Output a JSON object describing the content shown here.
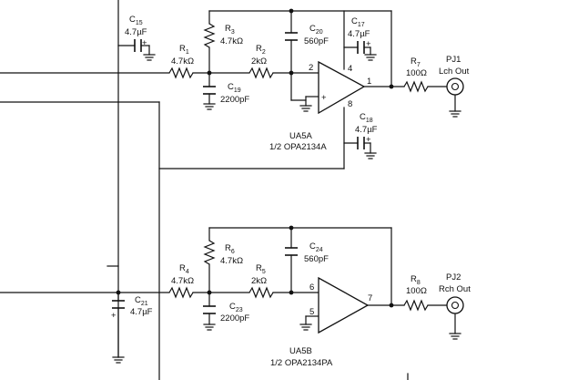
{
  "labels": {
    "c15": {
      "ref": "C",
      "sub": "15",
      "value": "4.7µF",
      "pol": "+"
    },
    "r1": {
      "ref": "R",
      "sub": "1",
      "value": "4.7kΩ"
    },
    "r3": {
      "ref": "R",
      "sub": "3",
      "value": "4.7kΩ"
    },
    "r2": {
      "ref": "R",
      "sub": "2",
      "value": "2kΩ"
    },
    "c20": {
      "ref": "C",
      "sub": "20",
      "value": "560pF"
    },
    "c17": {
      "ref": "C",
      "sub": "17",
      "value": "4.7µF",
      "pol": "+"
    },
    "c19": {
      "ref": "C",
      "sub": "19",
      "value": "2200pF"
    },
    "c18": {
      "ref": "C",
      "sub": "18",
      "value": "4.7µF",
      "pol": "+"
    },
    "r7": {
      "ref": "R",
      "sub": "7",
      "value": "100Ω"
    },
    "pj1": {
      "name": "PJ1",
      "desc": "Lch Out"
    },
    "ua5a": {
      "name": "UA5A",
      "desc": "1/2 OPA2134A",
      "pin2": "2",
      "pin3": "+",
      "pin4": "4",
      "pin1": "1",
      "pin8": "8"
    },
    "r4": {
      "ref": "R",
      "sub": "4",
      "value": "4.7kΩ"
    },
    "r6": {
      "ref": "R",
      "sub": "6",
      "value": "4.7kΩ"
    },
    "r5": {
      "ref": "R",
      "sub": "5",
      "value": "2kΩ"
    },
    "c24": {
      "ref": "C",
      "sub": "24",
      "value": "560pF"
    },
    "c23": {
      "ref": "C",
      "sub": "23",
      "value": "2200pF"
    },
    "c21": {
      "ref": "C",
      "sub": "21",
      "value": "4.7µF",
      "pol": "+"
    },
    "r8": {
      "ref": "R",
      "sub": "8",
      "value": "100Ω"
    },
    "pj2": {
      "name": "PJ2",
      "desc": "Rch Out"
    },
    "ua5b": {
      "name": "UA5B",
      "desc": "1/2 OPA2134PA",
      "pin6": "6",
      "pin5": "5",
      "pin7": "7"
    }
  }
}
